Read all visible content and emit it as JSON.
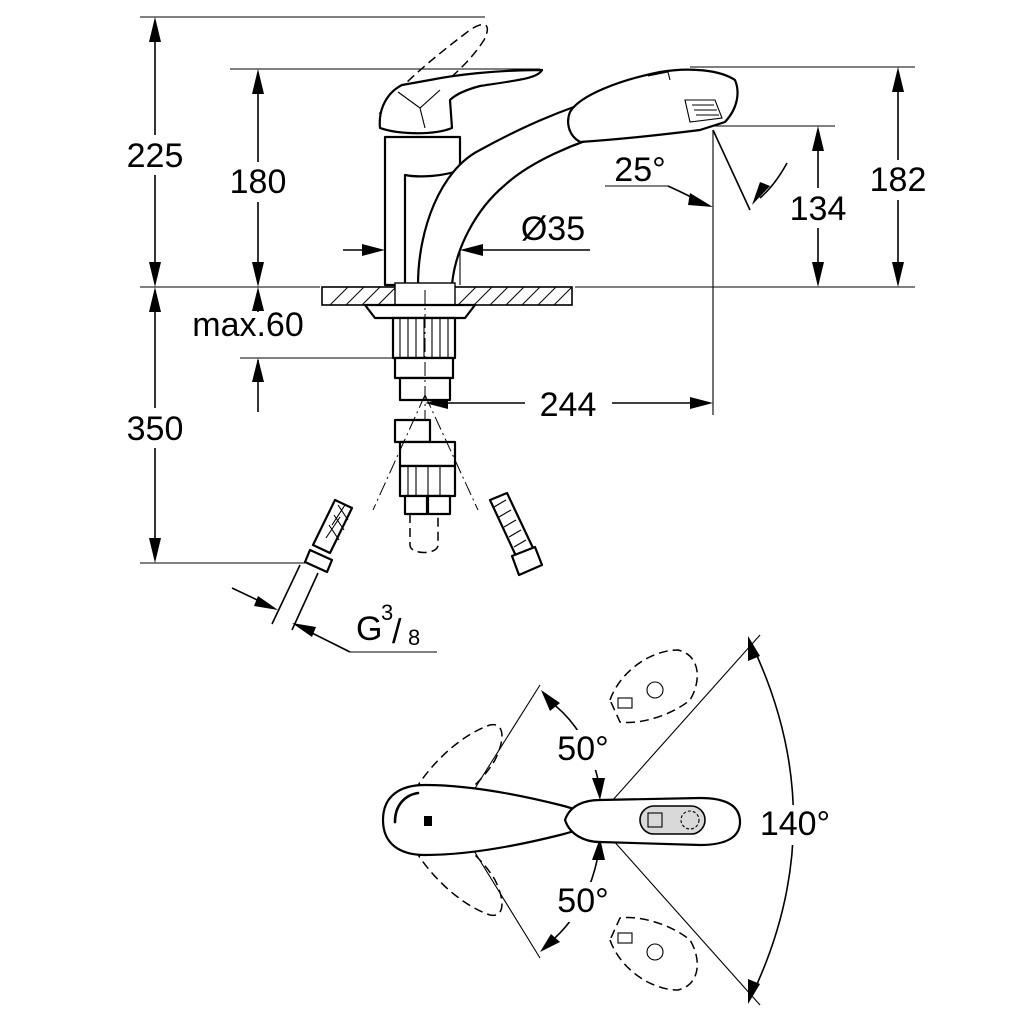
{
  "dimensions": {
    "total_height": "225",
    "lever_height": "180",
    "spout_height": "182",
    "spout_outlet_height": "134",
    "spout_angle": "25°",
    "base_diameter": "Ø35",
    "max_deck_thickness": "max.60",
    "hose_length": "350",
    "spout_reach": "244",
    "connection_thread_main": "G",
    "connection_thread_num": "3",
    "connection_thread_den": "8"
  },
  "lever_rotation": {
    "left_angle": "50°",
    "right_angle": "50°",
    "total_angle": "140°"
  }
}
